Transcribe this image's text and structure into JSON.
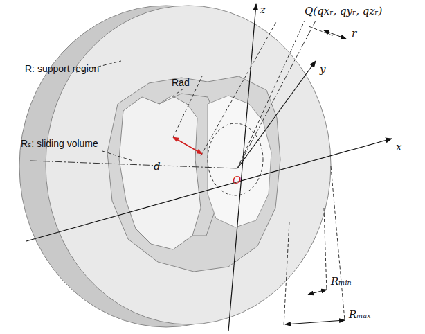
{
  "diagram": {
    "labels": [
      "Q(qxᵣ, qyᵣ, qzᵣ)",
      "z",
      "r",
      "R: support region",
      "Rad",
      "y",
      "x",
      "Rₛ: sliding volume",
      "d",
      "O",
      "Rₘᵢₙ",
      "Rₘₐₓ"
    ]
  }
}
